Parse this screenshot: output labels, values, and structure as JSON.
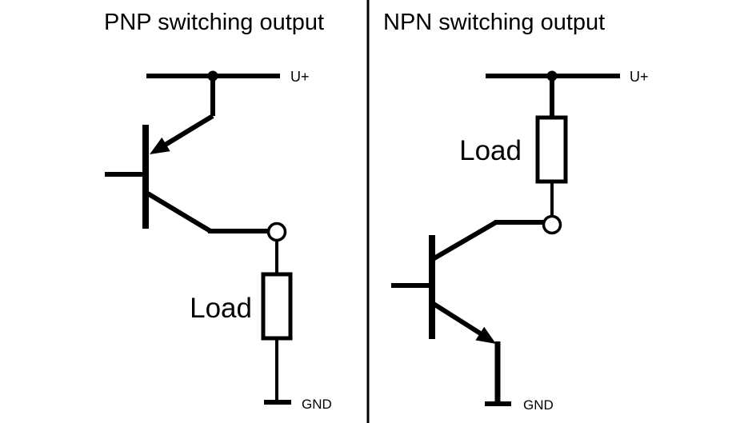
{
  "theme": {
    "ink": "#000000",
    "bg": "#ffffff"
  },
  "panels": [
    {
      "id": "pnp",
      "title": "PNP switching output",
      "labels": {
        "supply": "U+",
        "load": "Load",
        "ground": "GND"
      }
    },
    {
      "id": "npn",
      "title": "NPN switching output",
      "labels": {
        "supply": "U+",
        "load": "Load",
        "ground": "GND"
      }
    }
  ]
}
